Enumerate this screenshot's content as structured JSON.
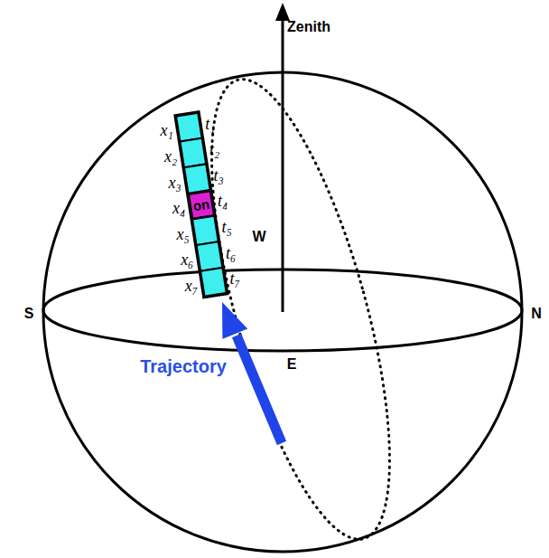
{
  "diagram": {
    "nodes": [
      {
        "text": [
          "on"
        ]
      }
    ],
    "labels": [
      "Zenith",
      "x₁",
      "x₂",
      "x₃",
      "x₄",
      "x₅",
      "x₆",
      "x₇",
      "t₁",
      "t₂",
      "t₃",
      "t₄",
      "t₅",
      "t₆",
      "t₇",
      "W",
      "S",
      "N",
      "E",
      "Trajectory"
    ]
  }
}
